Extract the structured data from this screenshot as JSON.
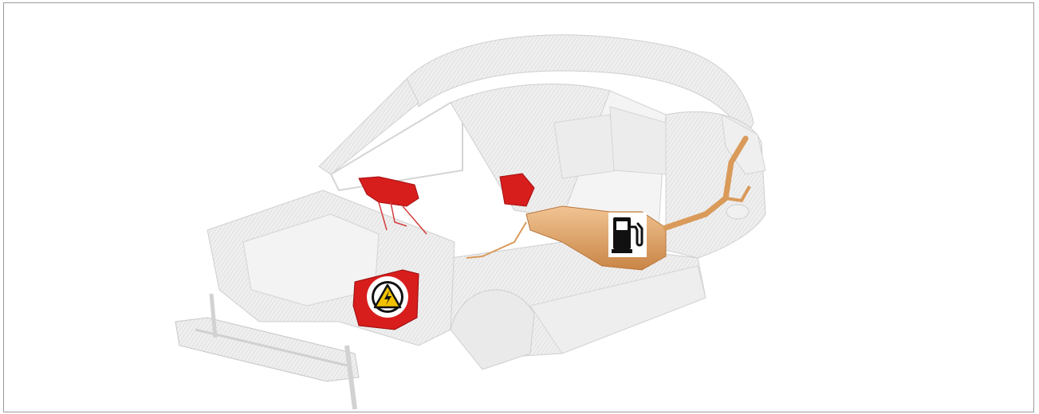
{
  "diagram": {
    "subject": "vehicle-body-structure",
    "components": [
      {
        "name": "high-voltage-module",
        "color": "#d81d1d",
        "icon": "high-voltage-warning-icon"
      },
      {
        "name": "dashboard-module",
        "color": "#d81d1d"
      },
      {
        "name": "b-pillar-module",
        "color": "#d81d1d"
      },
      {
        "name": "fuel-tank",
        "color": "#d99a5a",
        "icon": "fuel-pump-icon"
      },
      {
        "name": "fuel-filler-pipe",
        "color": "#d99a5a"
      }
    ],
    "colors": {
      "body": "#e8e8e8",
      "body_outline": "#c9c9c9",
      "warning_yellow": "#f2c200",
      "icon_black": "#111111"
    }
  }
}
